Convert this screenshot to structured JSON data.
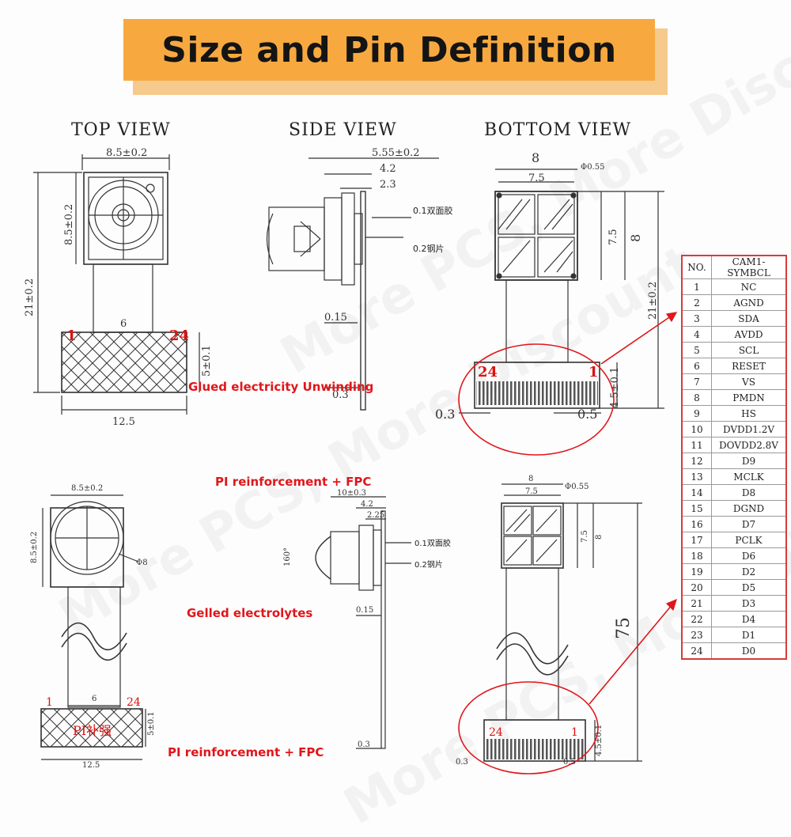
{
  "banner": {
    "title": "Size and Pin Definition"
  },
  "views": {
    "top": "TOP VIEW",
    "side": "SIDE VIEW",
    "bottom": "BOTTOM VIEW"
  },
  "top_view": {
    "width_dim": "8.5±0.2",
    "height_dim": "8.5±0.2",
    "total_dim": "21±0.2",
    "pitch_dim": "6",
    "fpc_height_dim": "5±0.1",
    "fpc_width_dim": "12.5",
    "pin_first": "1",
    "pin_last": "24"
  },
  "side_view": {
    "overall_dim": "5.55±0.2",
    "dim_a": "4.2",
    "dim_b": "2.3",
    "tape_label": "0.1双面胶",
    "copper_label": "0.2钢片",
    "thickness_dim": "0.15",
    "tail_dim": "0.3"
  },
  "bottom_view": {
    "width_dim": "8",
    "inner_dim": "7.5",
    "hole_dim": "Φ0.55",
    "height_dim": "8",
    "inner_height_dim": "7.5",
    "total_dim": "21±0.2",
    "fpc_dim": "4.5±0.1",
    "pitch_dim": "0.3",
    "pad_dim": "0.5",
    "pin_first": "24",
    "pin_last": "1"
  },
  "notes": {
    "glued": "Glued electricity Unwinding",
    "pi_top": "PI reinforcement + FPC",
    "gelled": "Gelled electrolytes",
    "pi_bottom": "PI reinforcement + FPC"
  },
  "lower_top_view": {
    "width_dim": "8.5±0.2",
    "height_dim": "8.5±0.2",
    "pitch_dim": "6",
    "fpc_height_dim": "5±0.1",
    "fpc_width_dim": "12.5",
    "pin_first": "1",
    "pin_last": "24",
    "pi_label": "PI补强",
    "lens_dim": "Φ8"
  },
  "lower_side_view": {
    "overall_dim": "10±0.3",
    "dim_a": "4.2",
    "dim_b": "2.25",
    "tape_label": "0.1双面胶",
    "copper_label": "0.2钢片",
    "thickness_dim": "0.15",
    "tail_dim": "0.3",
    "angle": "160°"
  },
  "lower_bottom_view": {
    "width_dim": "8",
    "inner_dim": "7.5",
    "hole_dim": "Φ0.55",
    "height_dim": "8",
    "inner_height_dim": "7.5",
    "total_dim": "75",
    "fpc_dim": "4.5±0.1",
    "pitch_dim": "0.3",
    "pad_dim": "0.5",
    "pin_first": "24",
    "pin_last": "1"
  },
  "pin_table": {
    "headers": [
      "NO.",
      "CAM1-SYMBCL"
    ],
    "rows": [
      [
        "1",
        "NC"
      ],
      [
        "2",
        "AGND"
      ],
      [
        "3",
        "SDA"
      ],
      [
        "4",
        "AVDD"
      ],
      [
        "5",
        "SCL"
      ],
      [
        "6",
        "RESET"
      ],
      [
        "7",
        "VS"
      ],
      [
        "8",
        "PMDN"
      ],
      [
        "9",
        "HS"
      ],
      [
        "10",
        "DVDD1.2V"
      ],
      [
        "11",
        "DOVDD2.8V"
      ],
      [
        "12",
        "D9"
      ],
      [
        "13",
        "MCLK"
      ],
      [
        "14",
        "D8"
      ],
      [
        "15",
        "DGND"
      ],
      [
        "16",
        "D7"
      ],
      [
        "17",
        "PCLK"
      ],
      [
        "18",
        "D6"
      ],
      [
        "19",
        "D2"
      ],
      [
        "20",
        "D5"
      ],
      [
        "21",
        "D3"
      ],
      [
        "22",
        "D4"
      ],
      [
        "23",
        "D1"
      ],
      [
        "24",
        "D0"
      ]
    ]
  },
  "colors": {
    "banner": "#f7a940",
    "accent_red": "#e0161b",
    "table_border": "#d63c3c"
  }
}
